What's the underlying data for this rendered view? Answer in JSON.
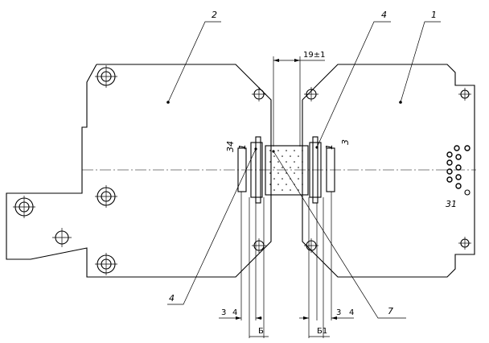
{
  "drawing": {
    "callouts": {
      "part_2": "2",
      "part_1": "1",
      "part_4_top": "4",
      "part_4_bottom": "4",
      "part_7": "7"
    },
    "dimension_19": "19±1",
    "left_side_labels": {
      "a": "34",
      "b": "1"
    },
    "right_side_labels": {
      "a": "1",
      "b": "3"
    },
    "connector_label": "31",
    "bottom_left_dims": {
      "a": "3",
      "b": "4"
    },
    "bottom_right_dims": {
      "a": "3",
      "b": "4"
    },
    "marker_b": "Б",
    "marker_b1": "Б1"
  }
}
